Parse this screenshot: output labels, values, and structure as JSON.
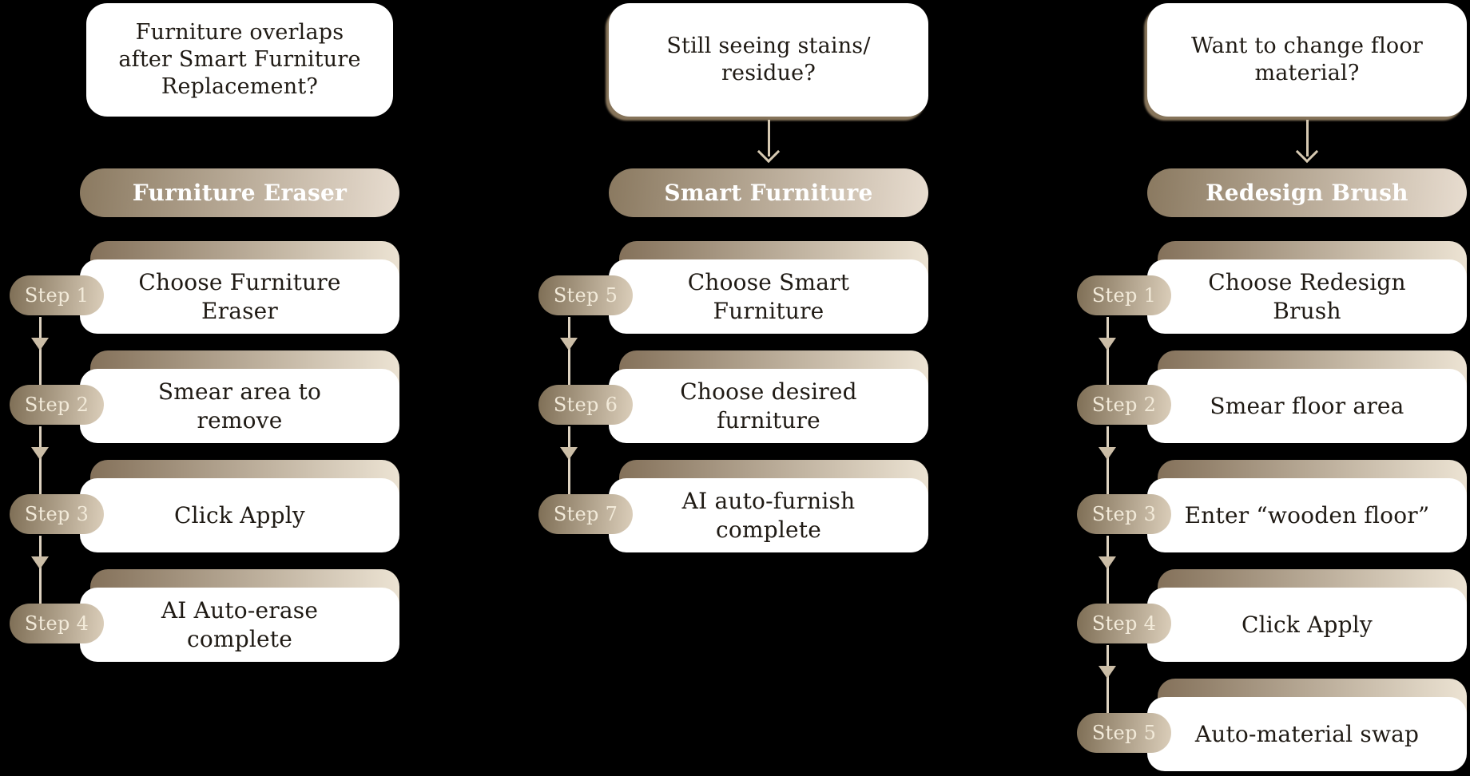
{
  "diagram": {
    "background": "#000000",
    "style": {
      "accent_gradient_dark": "#84715a",
      "accent_gradient_light": "#ece3d3",
      "step_pill_gradient_dark": "#7e6e55",
      "step_pill_gradient_light": "#dbceba",
      "tool_pill_gradient_dark": "#8a7960",
      "tool_pill_gradient_light": "#e8ddd0",
      "card_background": "#ffffff",
      "text_dark": "#1f1a14",
      "text_cream": "#f2ead9",
      "tool_text": "#ffffff",
      "arrow_color": "#d6c9b2",
      "connector_line_color": "#ddd2c0",
      "connector_triangle_color": "#cbbda6",
      "question_box_shadow": "#8d7a5f"
    },
    "icons": {
      "question_to_tool_arrow": "arrow-down-open-chevron",
      "step_connector": "arrow-down-filled-triangle"
    }
  },
  "columns": [
    {
      "question_text": "Furniture overlaps after Smart Furniture Replacement?",
      "question_lines": [
        "Furniture overlaps",
        "after Smart Furniture",
        "Replacement?"
      ],
      "tool": "Furniture Eraser",
      "steps": [
        {
          "label": "Step 1",
          "text": "Choose Furniture Eraser",
          "lines": [
            "Choose Furniture",
            "Eraser"
          ]
        },
        {
          "label": "Step 2",
          "text": "Smear area to remove",
          "lines": [
            "Smear area to",
            "remove"
          ]
        },
        {
          "label": "Step 3",
          "text": "Click Apply",
          "lines": [
            "Click Apply"
          ]
        },
        {
          "label": "Step 4",
          "text": "AI Auto-erase complete",
          "lines": [
            "AI Auto-erase",
            "complete"
          ]
        }
      ]
    },
    {
      "question_text": "Still seeing stains/ residue?",
      "question_lines": [
        "Still seeing stains/",
        "residue?"
      ],
      "tool": "Smart Furniture",
      "steps": [
        {
          "label": "Step 5",
          "text": "Choose Smart Furniture",
          "lines": [
            "Choose Smart",
            "Furniture"
          ]
        },
        {
          "label": "Step 6",
          "text": "Choose desired furniture",
          "lines": [
            "Choose desired",
            "furniture"
          ]
        },
        {
          "label": "Step 7",
          "text": "AI auto-furnish complete",
          "lines": [
            "AI auto-furnish",
            "complete"
          ]
        }
      ]
    },
    {
      "question_text": "Want to change floor material?",
      "question_lines": [
        "Want to change floor",
        "material?"
      ],
      "tool": "Redesign Brush",
      "steps": [
        {
          "label": "Step 1",
          "text": "Choose Redesign Brush",
          "lines": [
            "Choose Redesign",
            "Brush"
          ]
        },
        {
          "label": "Step 2",
          "text": "Smear floor area",
          "lines": [
            "Smear floor area"
          ]
        },
        {
          "label": "Step 3",
          "text": "Enter “wooden floor”",
          "lines": [
            "Enter “wooden floor”"
          ]
        },
        {
          "label": "Step 4",
          "text": "Click Apply",
          "lines": [
            "Click Apply"
          ]
        },
        {
          "label": "Step 5",
          "text": "Auto-material swap",
          "lines": [
            "Auto-material swap"
          ]
        }
      ]
    }
  ]
}
